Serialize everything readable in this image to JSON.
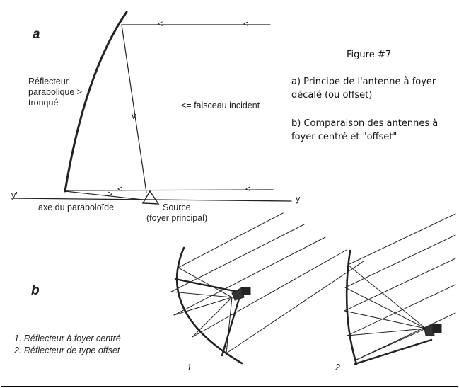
{
  "figure": {
    "title": "Figure #7",
    "caption_a": [
      "a) Principe de l'antenne à foyer",
      "décalé (ou offset)"
    ],
    "caption_b": [
      "b) Comparaison des antennes à",
      "foyer centré et \"offset\""
    ]
  },
  "part_a": {
    "letter": "a",
    "reflector_label": [
      "Réflecteur",
      "parabolique >",
      "tronqué"
    ],
    "incident_beam_label": "<= faisceau incident",
    "axis_start": "y'",
    "axis_end": "y",
    "axis_label": "axe du paraboloïde",
    "source_label": [
      "Source",
      "(foyer principal)"
    ],
    "arrow_left": "<",
    "arrow_right": ">",
    "arrow_down": "v"
  },
  "part_b": {
    "letter": "b",
    "legend": [
      "1. Réflecteur à foyer centré",
      "2. Réflecteur de type offset"
    ],
    "diagram1_label": "1",
    "diagram2_label": "2"
  }
}
